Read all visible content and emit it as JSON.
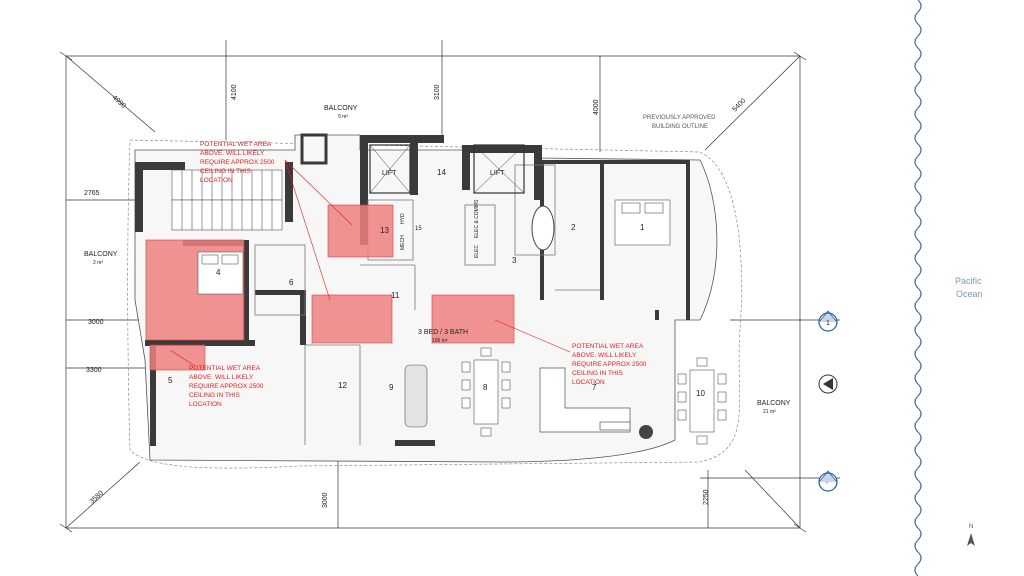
{
  "dimensions": {
    "d4990": "4990",
    "d4100": "4100",
    "d3100": "3100",
    "d4000": "4000",
    "d5400": "5400",
    "d2765": "2765",
    "d3000_left": "3000",
    "d3300": "3300",
    "d3580": "3580",
    "d3000_bottom": "3000",
    "d2250": "2250"
  },
  "labels": {
    "balcony_top": "BALCONY",
    "balcony_top_area": "9 m²",
    "balcony_left": "BALCONY",
    "balcony_left_area": "2 m²",
    "balcony_right": "BALCONY",
    "balcony_right_area": "21 m²",
    "previously_approved_1": "PREVIOUSLY APPROVED",
    "previously_approved_2": "BUILDING OUTLINE",
    "lift_left": "LIFT",
    "lift_right": "LIFT",
    "unit_name": "3 BED / 3 BATH",
    "unit_area": "196 m²",
    "hyd": "HYD",
    "mech": "MECH",
    "elec_comms": "ELEC & COMMS",
    "elec": "ELEC",
    "ocean_1": "Pacific",
    "ocean_2": "Ocean",
    "north": "N"
  },
  "rooms": {
    "r1": "1",
    "r2": "2",
    "r3": "3",
    "r4": "4",
    "r5": "5",
    "r6": "6",
    "r7": "7",
    "r8": "8",
    "r9": "9",
    "r10": "10",
    "r11": "11",
    "r12": "12",
    "r13": "13",
    "r14": "14",
    "r15": "15"
  },
  "notes": {
    "wet_area_lines": [
      "POTENTIAL WET AREA",
      "ABOVE. WILL LIKELY",
      "REQUIRE APPROX 2500",
      "CEILING IN THIS",
      "LOCATION"
    ]
  },
  "markers": {
    "section_1": "1",
    "section_2": "-"
  },
  "colors": {
    "wet_area_fill": "#f08080",
    "wet_area_text": "#e02020",
    "wall": "#3a3a3a",
    "ocean_text": "#7a98b8",
    "wave_border": "#4a6a90",
    "marker_blue": "#2a5aa0"
  }
}
